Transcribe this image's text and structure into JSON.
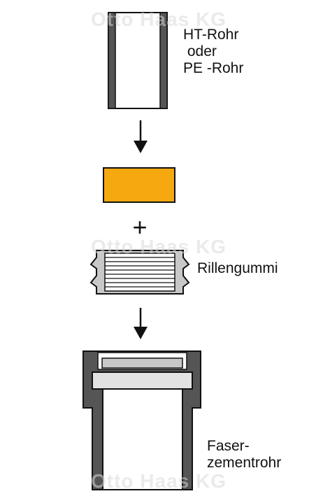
{
  "labels": {
    "ht_rohr": "HT-Rohr\n oder\nPE -Rohr",
    "rillengummi": "Rillengummi",
    "faserzementrohr": "Faser-\nzementrohr"
  },
  "watermark": "Otto Haas KG",
  "plus_sign": "+",
  "colors": {
    "adapter_fill": "#f5a810",
    "rubber_fill": "#c8c8c8",
    "pipe_wall": "#555555",
    "outline": "#111111"
  }
}
